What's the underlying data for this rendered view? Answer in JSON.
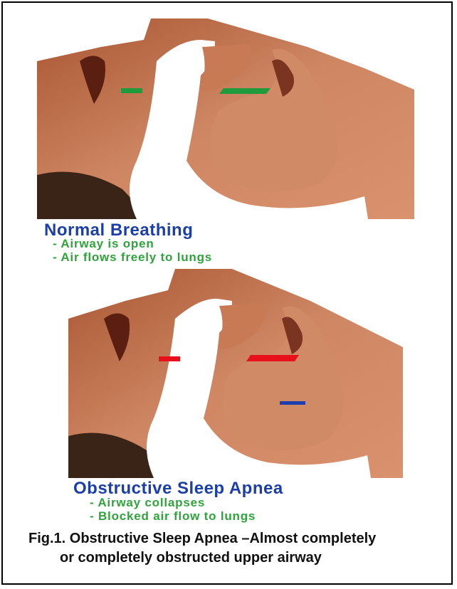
{
  "panels": {
    "normal": {
      "title": "Normal Breathing",
      "bullets": [
        "- Airway is open",
        "- Air flows freely to lungs"
      ]
    },
    "apnea": {
      "title": "Obstructive Sleep Apnea",
      "bullets": [
        "- Airway collapses",
        "- Blocked air flow to lungs"
      ]
    }
  },
  "caption": {
    "line1": "Fig.1.  Obstructive Sleep Apnea –Almost completely",
    "line2": "or completely obstructed upper airway"
  },
  "colors": {
    "skin": "#c87a55",
    "skin_dark": "#8a4025",
    "title_blue": "#1b3fa8",
    "bullet_green": "#2ea43a",
    "marker_green": "#1f9a3c",
    "marker_red": "#e8101b",
    "marker_blue": "#1d3fb0"
  }
}
